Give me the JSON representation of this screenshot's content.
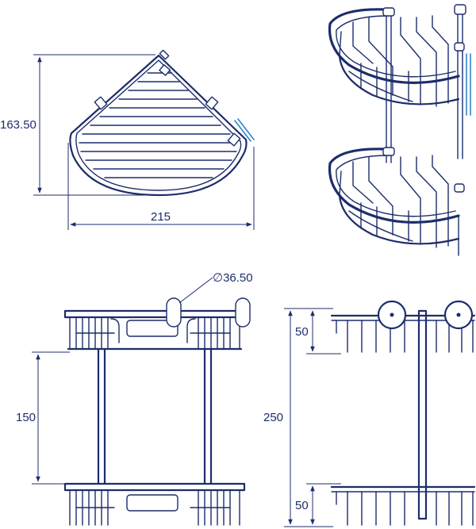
{
  "colors": {
    "line": "#1d2d6b",
    "accent": "#2f86c9",
    "background": "#ffffff"
  },
  "dimensions": {
    "top_view_depth": "163.50",
    "top_view_width": "215",
    "mount_diameter": "∅36.50",
    "shelf_spacing": "150",
    "overall_height": "250",
    "basket_height_top": "50",
    "basket_height_bottom": "50"
  }
}
